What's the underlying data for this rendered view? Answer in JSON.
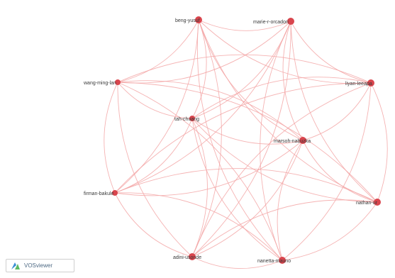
{
  "diagram": {
    "nodes": [
      {
        "id": "n1",
        "label": "beng-yusuf"
      },
      {
        "id": "n2",
        "label": "marie-r-orcadori"
      },
      {
        "id": "n3",
        "label": "wang-ming-lan"
      },
      {
        "id": "n4",
        "label": "liyan-leeapa"
      },
      {
        "id": "n5",
        "label": "tah-chuang"
      },
      {
        "id": "n6",
        "label": "marsoh-nabuzka"
      },
      {
        "id": "n7",
        "label": "firman-bakule"
      },
      {
        "id": "n8",
        "label": "nathan-ur"
      },
      {
        "id": "n9",
        "label": "adini-usonde"
      },
      {
        "id": "n10",
        "label": "nanetta-mauno"
      }
    ],
    "edges": [
      [
        "n1",
        "n2"
      ],
      [
        "n1",
        "n3"
      ],
      [
        "n1",
        "n4"
      ],
      [
        "n1",
        "n5"
      ],
      [
        "n1",
        "n6"
      ],
      [
        "n1",
        "n7"
      ],
      [
        "n1",
        "n8"
      ],
      [
        "n1",
        "n9"
      ],
      [
        "n1",
        "n10"
      ],
      [
        "n2",
        "n3"
      ],
      [
        "n2",
        "n4"
      ],
      [
        "n2",
        "n5"
      ],
      [
        "n2",
        "n6"
      ],
      [
        "n2",
        "n7"
      ],
      [
        "n2",
        "n8"
      ],
      [
        "n2",
        "n9"
      ],
      [
        "n2",
        "n10"
      ],
      [
        "n3",
        "n4"
      ],
      [
        "n3",
        "n5"
      ],
      [
        "n3",
        "n6"
      ],
      [
        "n3",
        "n7"
      ],
      [
        "n3",
        "n8"
      ],
      [
        "n3",
        "n9"
      ],
      [
        "n3",
        "n10"
      ],
      [
        "n4",
        "n5"
      ],
      [
        "n4",
        "n6"
      ],
      [
        "n4",
        "n7"
      ],
      [
        "n4",
        "n8"
      ],
      [
        "n4",
        "n9"
      ],
      [
        "n4",
        "n10"
      ],
      [
        "n5",
        "n6"
      ],
      [
        "n5",
        "n7"
      ],
      [
        "n5",
        "n8"
      ],
      [
        "n5",
        "n9"
      ],
      [
        "n5",
        "n10"
      ],
      [
        "n6",
        "n7"
      ],
      [
        "n6",
        "n8"
      ],
      [
        "n6",
        "n9"
      ],
      [
        "n6",
        "n10"
      ],
      [
        "n7",
        "n8"
      ],
      [
        "n7",
        "n9"
      ],
      [
        "n7",
        "n10"
      ],
      [
        "n8",
        "n9"
      ],
      [
        "n8",
        "n10"
      ],
      [
        "n9",
        "n10"
      ]
    ]
  },
  "colors": {
    "node": "#d9454d",
    "edge": "#f3a6a6",
    "label": "#3a3a3a",
    "watermark_text": "#4e6a85"
  },
  "watermark": {
    "label": "VOSviewer",
    "icon": "vosviewer-logo-icon"
  }
}
